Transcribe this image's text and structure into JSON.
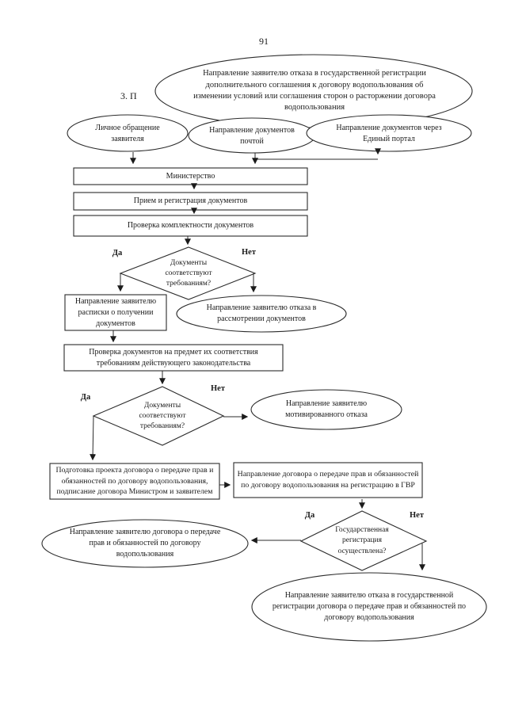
{
  "page": {
    "number": "91",
    "section_heading_fragment": "3. П"
  },
  "labels": {
    "yes": "Да",
    "no": "Нет"
  },
  "flowchart": {
    "top_refusal_ellipse": "Направление заявителю отказа в государственной регистрации дополнительного соглашения к договору водопользования об изменении условий или соглашения сторон о расторжении договора водопользования",
    "personal_application": "Личное обращение заявителя",
    "documents_by_mail": "Направление документов почтой",
    "documents_via_portal": "Направление документов через Единый портал",
    "ministry": "Министерство",
    "reception_registration": "Прием и регистрация документов",
    "completeness_check": "Проверка комплектности документов",
    "documents_meet_requirements": "Документы соответствуют требованиям?",
    "receipt_to_applicant": "Направление заявителю расписки о получении документов",
    "refusal_to_review": "Направление заявителю отказа в рассмотрении документов",
    "legal_compliance_check": "Проверка документов на предмет их соответствия требованиям действующего законодательства",
    "documents_meet_requirements_2": "Документы соответствуют требованиям?",
    "motivated_refusal": "Направление заявителю мотивированного отказа",
    "draft_contract": "Подготовка проекта договора о передаче прав и обязанностей по договору водопользования, подписание договора Министром и заявителем",
    "contract_to_gvr": "Направление договора о передаче прав и обязанностей по договору водопользования на регистрацию в ГВР",
    "state_registration_done": "Государственная регистрация осуществлена?",
    "contract_to_applicant": "Направление заявителю договора о передаче прав и обязанностей по договору водопользования",
    "registration_refusal": "Направление заявителю отказа в государственной регистрации договора о передаче прав и обязанностей по договору водопользования"
  }
}
